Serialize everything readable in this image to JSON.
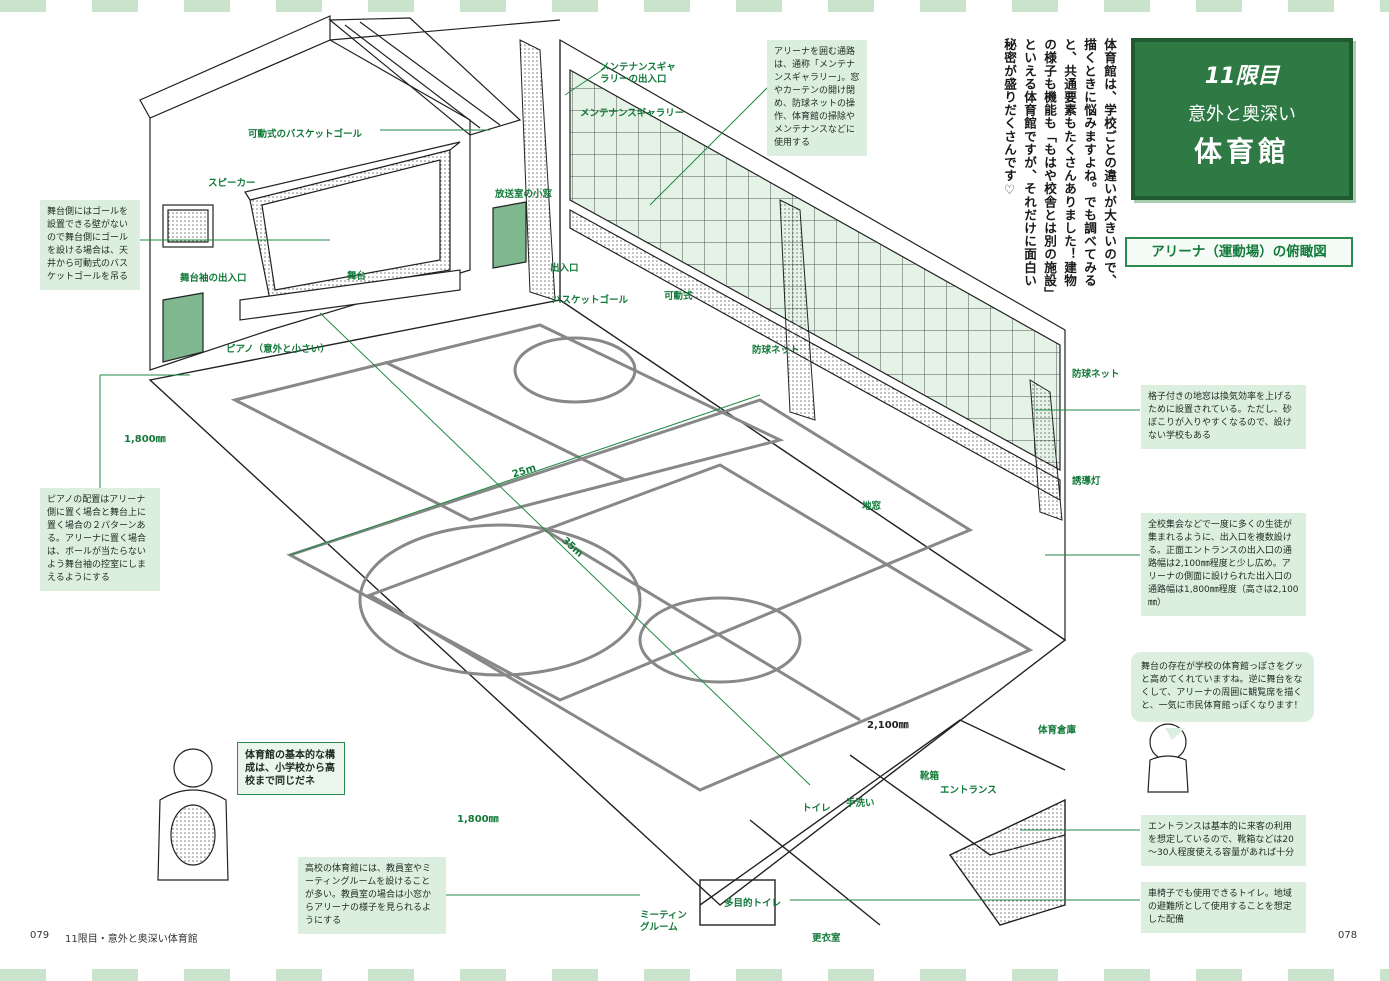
{
  "chapter": {
    "number": "11限目",
    "title_line1": "意外と奥深い",
    "title_line2": "体育館"
  },
  "intro_text": "体育館は、学校ごとの違いが大きいので、描くときに悩みますよね。でも調べてみると、共通要素もたくさんありました！建物の様子も機能も「もはや校舎とは別の施設」といえる体育館ですが、それだけに面白い秘密が盛りだくさんです♡",
  "section_title": "アリーナ（運動場）の俯瞰図",
  "labels": {
    "maintenance_gallery_exit": "メンテナンスギャラリーの出入口",
    "maintenance_gallery": "メンテナンスギャラリー",
    "movable_goal": "可動式のバスケットゴール",
    "speaker": "スピーカー",
    "broadcast_window": "放送室の小窓",
    "stage": "舞台",
    "stage_wing_exit": "舞台袖の出入口",
    "entrance_exit": "出入口",
    "basket_goal": "バスケットゴール",
    "movable": "可動式",
    "net1": "防球ネット",
    "net2": "防球ネット",
    "piano": "ピアノ（意外と小さい）",
    "guide_light": "誘導灯",
    "floor_window": "地窓",
    "storage": "体育倉庫",
    "shoe_box": "靴箱",
    "entrance": "エントランス",
    "toilet": "トイレ",
    "handwash": "手洗い",
    "multi_toilet": "多目的トイレ",
    "meeting_room": "ミーティングルーム",
    "locker": "更衣室"
  },
  "dims": {
    "d1": "1,800㎜",
    "d2": "25m",
    "d3": "35m",
    "d4": "1,800㎜",
    "d5": "2,100㎜"
  },
  "notes": {
    "corridor": "アリーナを囲む通路は、通称「メンテナンスギャラリー」。窓やカーテンの開け閉め、防球ネットの操作、体育館の掃除やメンテナンスなどに使用する",
    "stage_goal": "舞台側にはゴールを設置できる壁がないので舞台側にゴールを設ける場合は、天井から可動式のバスケットゴールを吊る",
    "piano": "ピアノの配置はアリーナ側に置く場合と舞台上に置く場合の２パターンある。アリーナに置く場合は、ボールが当たらないよう舞台袖の控室にしまえるようにする",
    "window": "格子付きの地窓は換気効率を上げるために設置されている。ただし、砂ぼこりが入りやすくなるので、設けない学校もある",
    "exits": "全校集会などで一度に多くの生徒が集まれるように、出入口を複数設ける。正面エントランスの出入口の通路幅は2,100㎜程度と少し広め。アリーナの側面に設けられた出入口の通路幅は1,800㎜程度（高さは2,100㎜）",
    "stage_bubble": "舞台の存在が学校の体育館っぽさをグッと高めてくれていますね。逆に舞台をなくして、アリーナの周囲に観覧席を描くと、一気に市民体育館っぽくなります！",
    "entrance": "エントランスは基本的に来客の利用を想定しているので、靴箱などは20～30人程度使える容量があれば十分",
    "toilet": "車椅子でも使用できるトイレ。地域の避難所として使用することを想定した配備",
    "highschool": "高校の体育館には、教員室やミーティングルームを設けることが多い。教員室の場合は小窓からアリーナの様子を見られるようにする",
    "basic": "体育館の基本的な構成は、小学校から高校まで同じだネ"
  },
  "footer": {
    "left_page": "079",
    "left_caption": "11限目・意外と奥深い体育館",
    "right_page": "078"
  }
}
